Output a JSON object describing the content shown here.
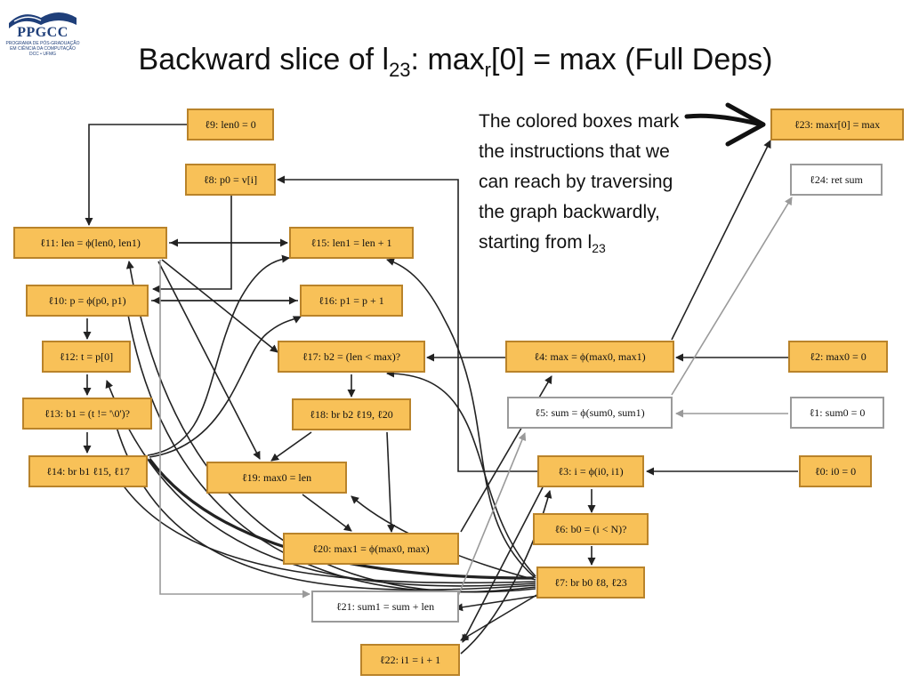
{
  "logo": {
    "name": "PPGCC",
    "sub_lines": [
      "PROGRAMA DE PÓS-GRADUAÇÃO",
      "EM CIÊNCIA DA COMPUTAÇÃO",
      "DCC • UFMG"
    ]
  },
  "title": {
    "before": "Backward slice of l",
    "sub1": "23",
    "middle": ": max",
    "sub2": "r",
    "after": "[0] = max (Full Deps)"
  },
  "note": {
    "text": "The colored boxes mark the instructions that we can reach by traversing the graph backwardly, starting from l",
    "sub": "23"
  },
  "colors": {
    "highlight_fill": "#f8c158",
    "highlight_border": "#b9832a",
    "plain_border": "#9a9a9a",
    "edge_dark": "#222222",
    "edge_gray": "#9a9a9a"
  },
  "nodes": [
    {
      "id": "l9",
      "label": "ℓ9: len0 = 0",
      "highlighted": true
    },
    {
      "id": "l8",
      "label": "ℓ8: p0 = v[i]",
      "highlighted": true
    },
    {
      "id": "l11",
      "label": "ℓ11: len = ϕ(len0, len1)",
      "highlighted": true
    },
    {
      "id": "l15",
      "label": "ℓ15: len1 = len + 1",
      "highlighted": true
    },
    {
      "id": "l10",
      "label": "ℓ10: p = ϕ(p0, p1)",
      "highlighted": true
    },
    {
      "id": "l16",
      "label": "ℓ16: p1 = p + 1",
      "highlighted": true
    },
    {
      "id": "l12",
      "label": "ℓ12: t = p[0]",
      "highlighted": true
    },
    {
      "id": "l17",
      "label": "ℓ17: b2 = (len < max)?",
      "highlighted": true
    },
    {
      "id": "l4",
      "label": "ℓ4: max = ϕ(max0, max1)",
      "highlighted": true
    },
    {
      "id": "l2",
      "label": "ℓ2: max0 = 0",
      "highlighted": true
    },
    {
      "id": "l13",
      "label": "ℓ13: b1 = (t != '\\0')?",
      "highlighted": true
    },
    {
      "id": "l18",
      "label": "ℓ18: br b2  ℓ19,  ℓ20",
      "highlighted": true
    },
    {
      "id": "l5",
      "label": "ℓ5: sum = ϕ(sum0, sum1)",
      "highlighted": false
    },
    {
      "id": "l1",
      "label": "ℓ1: sum0 = 0",
      "highlighted": false
    },
    {
      "id": "l14",
      "label": "ℓ14: br b1  ℓ15,  ℓ17",
      "highlighted": true
    },
    {
      "id": "l19",
      "label": "ℓ19: max0 = len",
      "highlighted": true
    },
    {
      "id": "l3",
      "label": "ℓ3: i = ϕ(i0, i1)",
      "highlighted": true
    },
    {
      "id": "l0",
      "label": "ℓ0: i0 = 0",
      "highlighted": true
    },
    {
      "id": "l6",
      "label": "ℓ6: b0 = (i < N)?",
      "highlighted": true
    },
    {
      "id": "l20",
      "label": "ℓ20: max1 = ϕ(max0, max)",
      "highlighted": true
    },
    {
      "id": "l7",
      "label": "ℓ7: br b0  ℓ8,  ℓ23",
      "highlighted": true
    },
    {
      "id": "l21",
      "label": "ℓ21: sum1 = sum + len",
      "highlighted": false
    },
    {
      "id": "l22",
      "label": "ℓ22: i1 = i + 1",
      "highlighted": true
    },
    {
      "id": "l23",
      "label": "ℓ23: maxr[0] = max",
      "highlighted": true
    },
    {
      "id": "l24",
      "label": "ℓ24: ret sum",
      "highlighted": false
    }
  ]
}
